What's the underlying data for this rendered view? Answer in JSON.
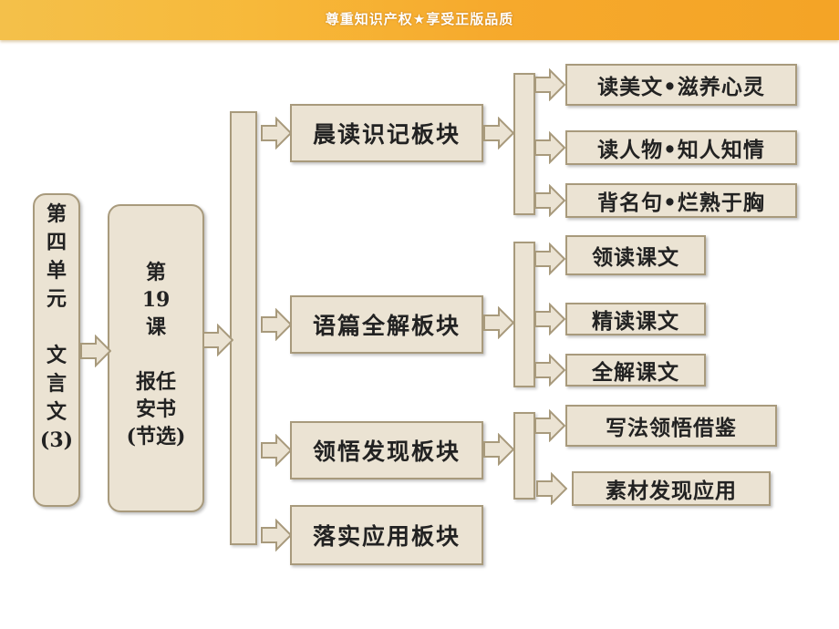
{
  "banner": {
    "text": "尊重知识产权★享受正版品质"
  },
  "unit": {
    "lines": [
      "第",
      "四",
      "单",
      "元",
      "",
      "文",
      "言",
      "文",
      "(3)"
    ]
  },
  "lesson": {
    "lines": [
      "第",
      "19",
      "课",
      "",
      "报任",
      "安书",
      "(节选)"
    ]
  },
  "sections": [
    {
      "label": "晨读识记板块",
      "items": [
        "读美文•滋养心灵",
        "读人物•知人知情",
        "背名句•烂熟于胸"
      ]
    },
    {
      "label": "语篇全解板块",
      "items": [
        "领读课文",
        "精读课文",
        "全解课文"
      ]
    },
    {
      "label": "领悟发现板块",
      "items": [
        "写法领悟借鉴",
        "素材发现应用"
      ]
    },
    {
      "label": "落实应用板块",
      "items": []
    }
  ]
}
